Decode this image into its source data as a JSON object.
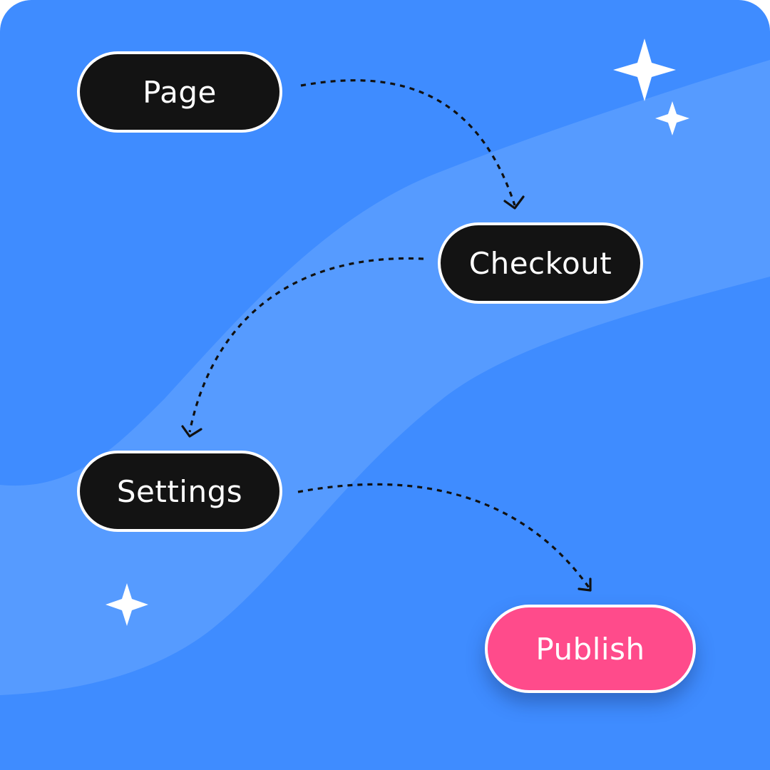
{
  "flow": {
    "nodes": [
      {
        "label": "Page"
      },
      {
        "label": "Checkout"
      },
      {
        "label": "Settings"
      },
      {
        "label": "Publish"
      }
    ]
  },
  "colors": {
    "background": "#3f8cff",
    "wave": "#5a9dff",
    "node_dark": "#131313",
    "node_accent": "#ff4b8b",
    "node_border": "#ffffff",
    "sparkle": "#ffffff",
    "connector": "#111111"
  },
  "icons": [
    "sparkle-icon",
    "arrowhead-icon"
  ]
}
